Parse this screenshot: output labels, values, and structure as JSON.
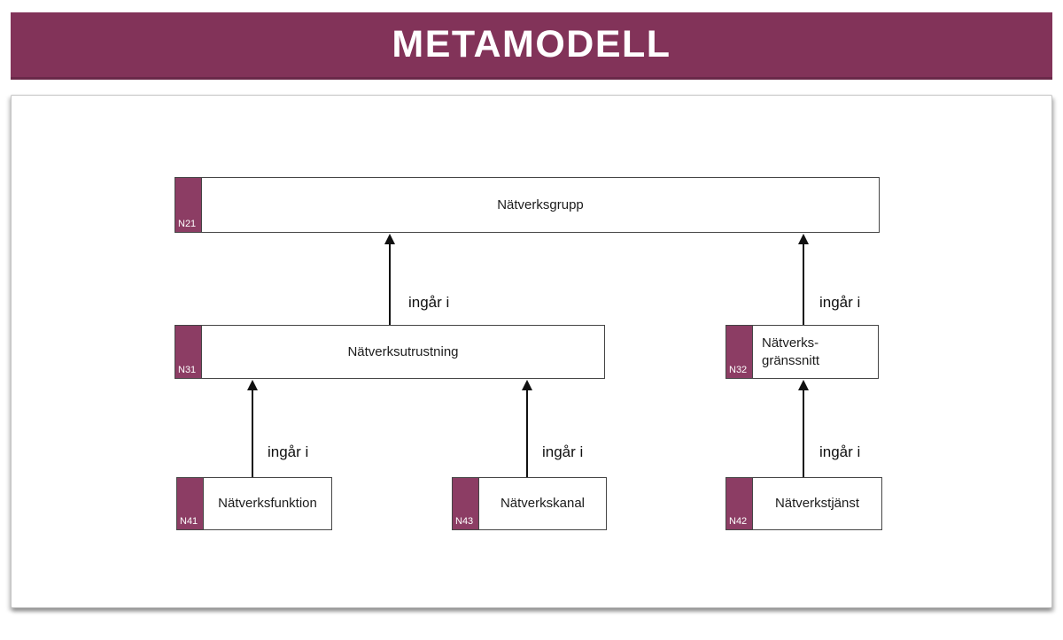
{
  "page": {
    "title": "METAMODELL"
  },
  "colors": {
    "accent": "#823359",
    "tag": "#8C3D64",
    "borderDark": "#454545",
    "arrow": "#111111"
  },
  "diagram": {
    "relation_label": "ingår i",
    "nodes": {
      "n21": {
        "id": "N21",
        "label": "Nätverksgrupp"
      },
      "n31": {
        "id": "N31",
        "label": "Nätverksutrustning"
      },
      "n32": {
        "id": "N32",
        "label_lines": [
          "Nätverks-",
          "gränssnitt"
        ]
      },
      "n41": {
        "id": "N41",
        "label": "Nätverksfunktion"
      },
      "n43": {
        "id": "N43",
        "label": "Nätverkskanal"
      },
      "n42": {
        "id": "N42",
        "label": "Nätverkstjänst"
      }
    },
    "edges": [
      {
        "from": "N31",
        "to": "N21",
        "label": "ingår i"
      },
      {
        "from": "N32",
        "to": "N21",
        "label": "ingår i"
      },
      {
        "from": "N41",
        "to": "N31",
        "label": "ingår i"
      },
      {
        "from": "N43",
        "to": "N31",
        "label": "ingår i"
      },
      {
        "from": "N42",
        "to": "N32",
        "label": "ingår i"
      }
    ]
  }
}
